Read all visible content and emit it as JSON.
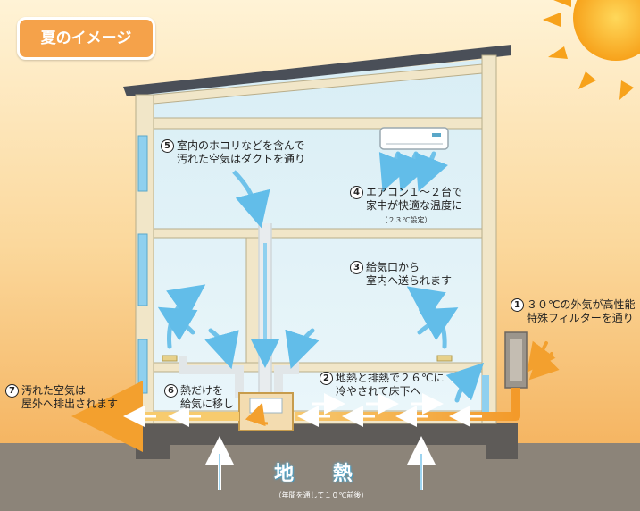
{
  "title": "夏のイメージ",
  "steps": [
    {
      "num": "1",
      "lines": [
        "３０℃の外気が高性能",
        "特殊フィルターを通り"
      ]
    },
    {
      "num": "2",
      "lines": [
        "地熱と排熱で２６℃に",
        "冷やされて床下へ"
      ]
    },
    {
      "num": "3",
      "lines": [
        "給気口から",
        "室内へ送られます"
      ]
    },
    {
      "num": "4",
      "lines": [
        "エアコン１～２台で",
        "家中が快適な温度に"
      ],
      "note": "（２３℃設定）"
    },
    {
      "num": "5",
      "lines": [
        "室内のホコリなどを含んで",
        "汚れた空気はダクトを通り"
      ]
    },
    {
      "num": "6",
      "lines": [
        "熱だけを",
        "給気に移し"
      ]
    },
    {
      "num": "7",
      "lines": [
        "汚れた空気は",
        "屋外へ排出されます"
      ]
    }
  ],
  "ground": {
    "title": "地 熱",
    "note": "（年間を通して１０℃前後）"
  },
  "colors": {
    "warm": "#f5a23a",
    "cool": "#58b9e8",
    "sky_top": "#fde9b0",
    "ground": "#8c8479"
  }
}
